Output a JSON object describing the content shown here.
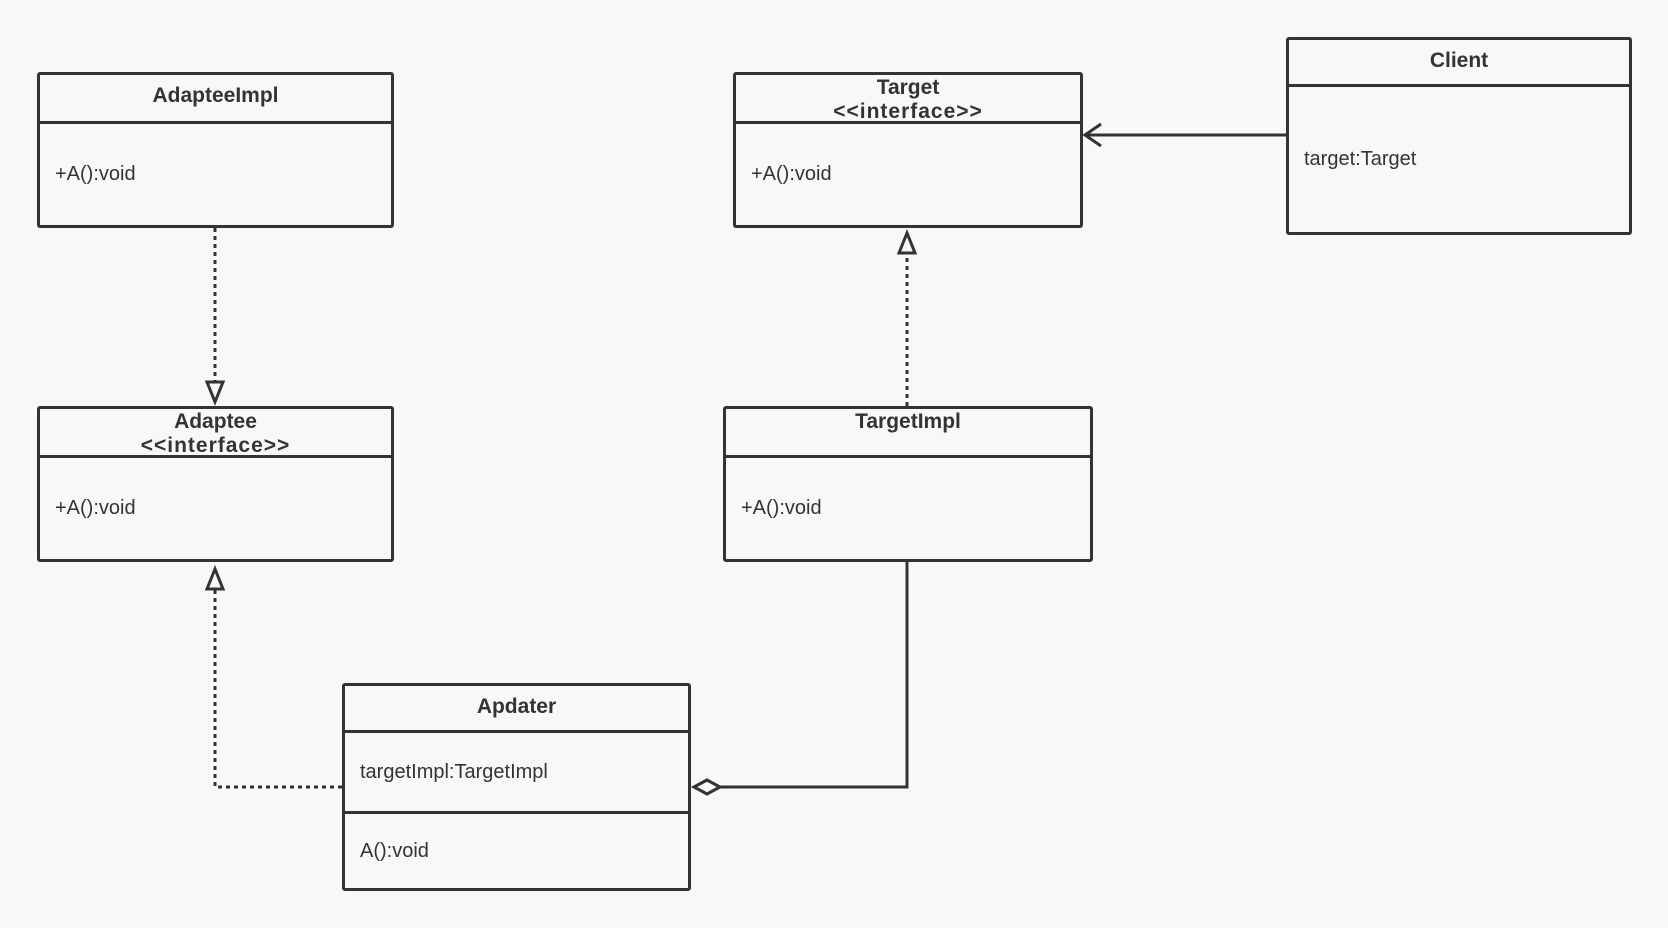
{
  "diagram": {
    "type": "uml-class-diagram",
    "colors": {
      "background": "#f8f8f8",
      "stroke": "#333333"
    },
    "classes": {
      "adapteeimpl": {
        "name": "AdapteeImpl",
        "methods": "+A():void"
      },
      "target": {
        "name": "Target",
        "stereotype": "<<interface>>",
        "methods": "+A():void"
      },
      "client": {
        "name": "Client",
        "fields": "target:Target"
      },
      "adaptee": {
        "name": "Adaptee",
        "stereotype": "<<interface>>",
        "methods": "+A():void"
      },
      "targetimpl": {
        "name": "TargetImpl",
        "methods": "+A():void"
      },
      "apdater": {
        "name": "Apdater",
        "fields": "targetImpl:TargetImpl",
        "methods": "A():void"
      }
    },
    "relations": [
      {
        "from": "AdapteeImpl",
        "to": "Adaptee",
        "kind": "realization"
      },
      {
        "from": "TargetImpl",
        "to": "Target",
        "kind": "realization"
      },
      {
        "from": "Client",
        "to": "Target",
        "kind": "association"
      },
      {
        "from": "Apdater",
        "to": "Adaptee",
        "kind": "realization"
      },
      {
        "from": "Apdater",
        "to": "TargetImpl",
        "kind": "aggregation"
      }
    ]
  }
}
